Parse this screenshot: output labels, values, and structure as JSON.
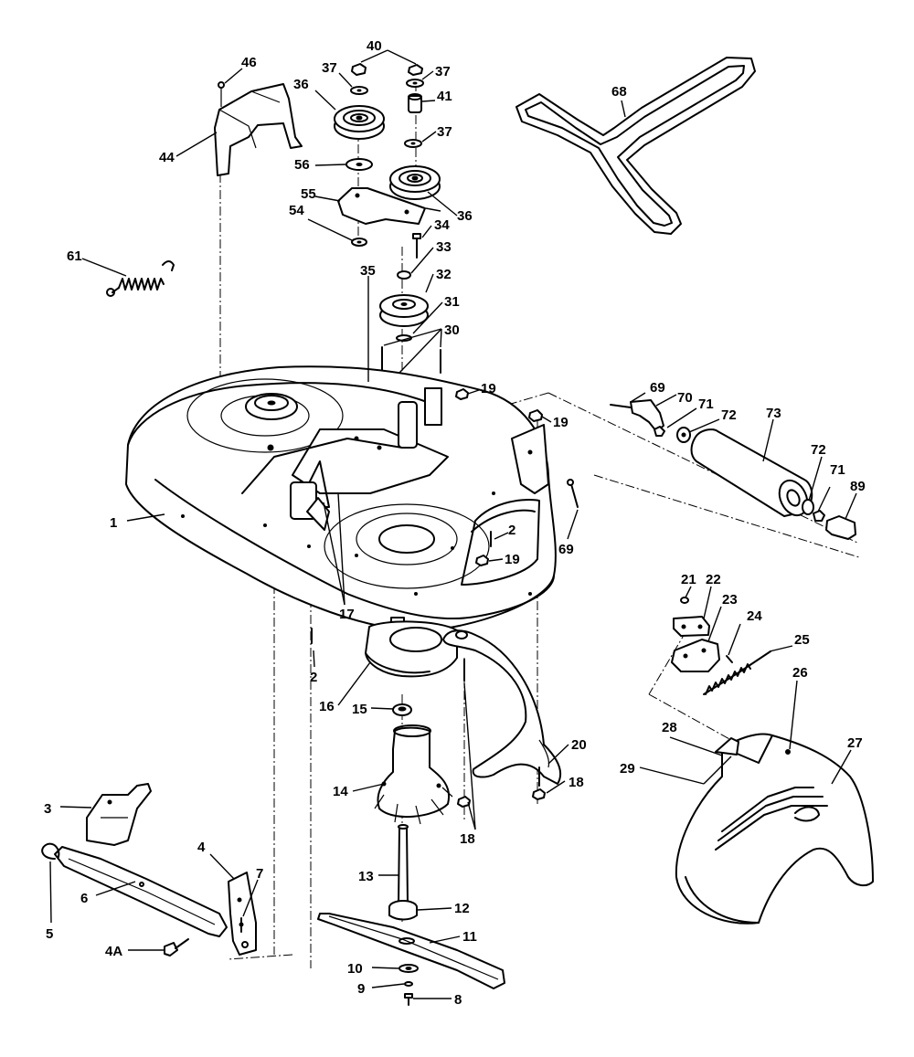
{
  "callouts": [
    {
      "id": "1",
      "text": "1"
    },
    {
      "id": "2a",
      "text": "2"
    },
    {
      "id": "2b",
      "text": "2"
    },
    {
      "id": "3",
      "text": "3"
    },
    {
      "id": "4",
      "text": "4"
    },
    {
      "id": "4A",
      "text": "4A"
    },
    {
      "id": "5",
      "text": "5"
    },
    {
      "id": "6",
      "text": "6"
    },
    {
      "id": "7",
      "text": "7"
    },
    {
      "id": "8",
      "text": "8"
    },
    {
      "id": "9",
      "text": "9"
    },
    {
      "id": "10",
      "text": "10"
    },
    {
      "id": "11",
      "text": "11"
    },
    {
      "id": "12",
      "text": "12"
    },
    {
      "id": "13",
      "text": "13"
    },
    {
      "id": "14",
      "text": "14"
    },
    {
      "id": "15",
      "text": "15"
    },
    {
      "id": "16",
      "text": "16"
    },
    {
      "id": "17",
      "text": "17"
    },
    {
      "id": "18a",
      "text": "18"
    },
    {
      "id": "18b",
      "text": "18"
    },
    {
      "id": "19a",
      "text": "19"
    },
    {
      "id": "19b",
      "text": "19"
    },
    {
      "id": "19c",
      "text": "19"
    },
    {
      "id": "20",
      "text": "20"
    },
    {
      "id": "21",
      "text": "21"
    },
    {
      "id": "22",
      "text": "22"
    },
    {
      "id": "23",
      "text": "23"
    },
    {
      "id": "24",
      "text": "24"
    },
    {
      "id": "25",
      "text": "25"
    },
    {
      "id": "26",
      "text": "26"
    },
    {
      "id": "27",
      "text": "27"
    },
    {
      "id": "28",
      "text": "28"
    },
    {
      "id": "29",
      "text": "29"
    },
    {
      "id": "30",
      "text": "30"
    },
    {
      "id": "31",
      "text": "31"
    },
    {
      "id": "32",
      "text": "32"
    },
    {
      "id": "33",
      "text": "33"
    },
    {
      "id": "34",
      "text": "34"
    },
    {
      "id": "35",
      "text": "35"
    },
    {
      "id": "36a",
      "text": "36"
    },
    {
      "id": "36b",
      "text": "36"
    },
    {
      "id": "37a",
      "text": "37"
    },
    {
      "id": "37b",
      "text": "37"
    },
    {
      "id": "37c",
      "text": "37"
    },
    {
      "id": "40",
      "text": "40"
    },
    {
      "id": "41",
      "text": "41"
    },
    {
      "id": "44",
      "text": "44"
    },
    {
      "id": "46",
      "text": "46"
    },
    {
      "id": "54",
      "text": "54"
    },
    {
      "id": "55",
      "text": "55"
    },
    {
      "id": "56",
      "text": "56"
    },
    {
      "id": "61",
      "text": "61"
    },
    {
      "id": "68",
      "text": "68"
    },
    {
      "id": "69a",
      "text": "69"
    },
    {
      "id": "69b",
      "text": "69"
    },
    {
      "id": "70",
      "text": "70"
    },
    {
      "id": "71a",
      "text": "71"
    },
    {
      "id": "71b",
      "text": "71"
    },
    {
      "id": "72a",
      "text": "72"
    },
    {
      "id": "72b",
      "text": "72"
    },
    {
      "id": "73",
      "text": "73"
    },
    {
      "id": "89",
      "text": "89"
    }
  ]
}
